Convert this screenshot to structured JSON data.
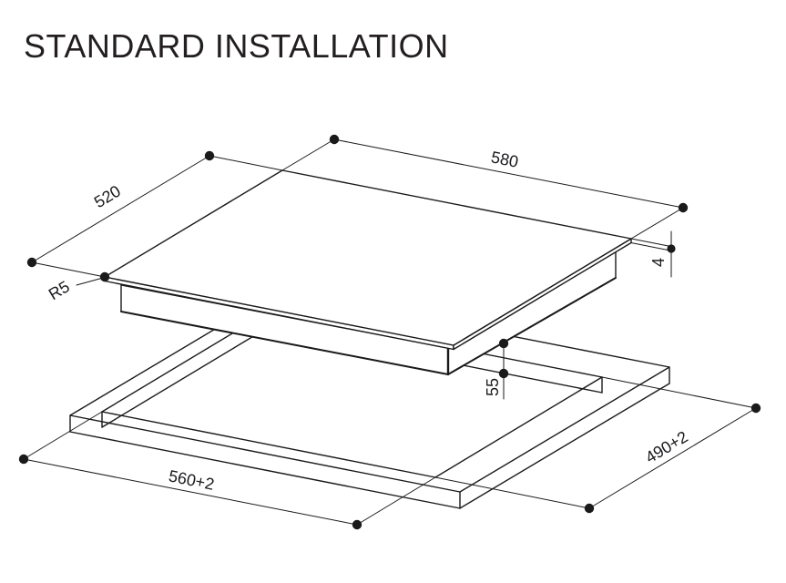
{
  "title": "STANDARD INSTALLATION",
  "dimensions": {
    "cooktop_width": "580",
    "cooktop_depth": "520",
    "corner_radius": "R5",
    "glass_thickness": "4",
    "min_clearance": "55",
    "cutout_width": "560+2",
    "cutout_depth": "490+2"
  },
  "colors": {
    "line": "#1a1a1a",
    "text": "#1a1a1e",
    "background": "#ffffff"
  }
}
